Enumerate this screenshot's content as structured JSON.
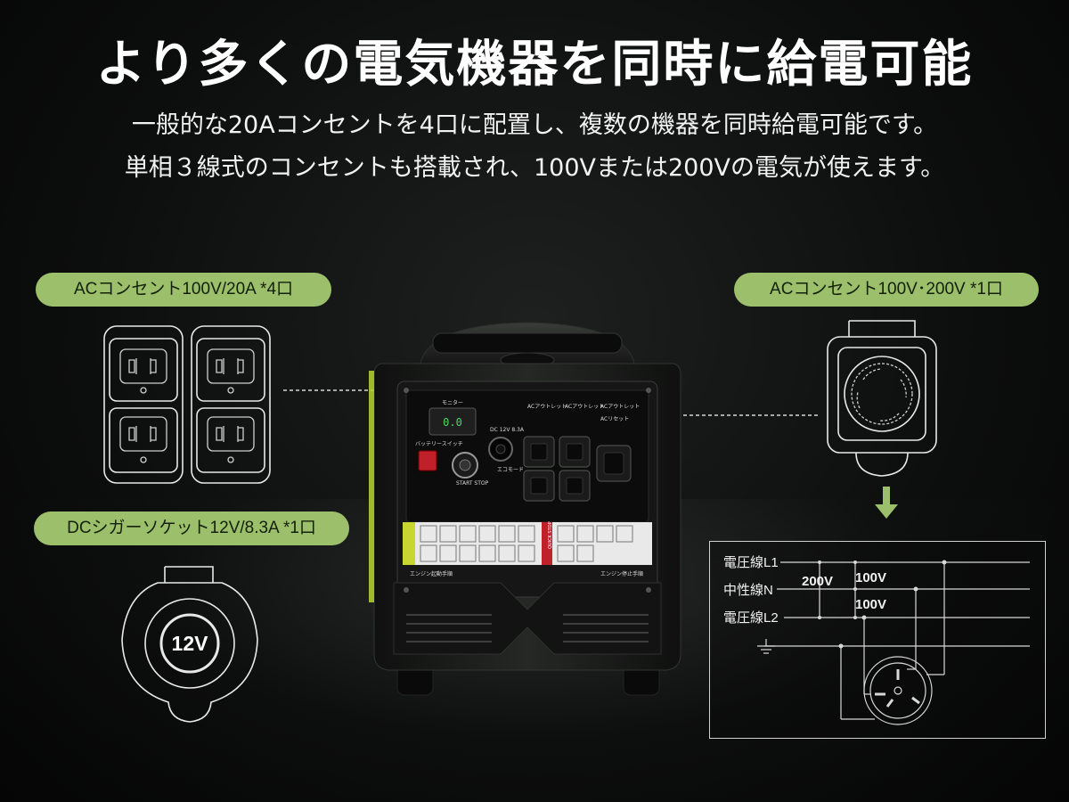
{
  "heading": {
    "title": "より多くの電気機器を同時に給電可能",
    "line1": "一般的な20Aコンセントを4口に配置し、複数の機器を同時給電可能です。",
    "line2": "単相３線式のコンセントも搭載され、100Vまたは200Vの電気が使えます。"
  },
  "labels": {
    "ac_20a": "ACコンセント100V/20A *4口",
    "ac_200v": "ACコンセント100V･200V  *1口",
    "dc": "DCシガーソケット12V/8.3A *1口"
  },
  "dc_icon": {
    "text": "12V"
  },
  "diagram": {
    "l1": "電圧線L1",
    "n": "中性線N",
    "l2": "電圧線L2",
    "v200": "200V",
    "v100a": "100V",
    "v100b": "100V"
  },
  "panel": {
    "display": "0.0",
    "monitor": "モニター",
    "ac1": "ACアウトレット",
    "ac2": "ACアウトレット",
    "ac3": "ACアウトレット",
    "ac4": "ACリセット",
    "dc": "DC 12V 8.3A",
    "start_label": "エンジン起動手順",
    "stop_label": "エンジン停止手順",
    "quick_stop": "QUICK STOP",
    "start_btn": "START STOP",
    "switch": "バッテリースイッチ",
    "eco": "エコモード"
  },
  "colors": {
    "accent_green": "#9bbf6a",
    "lime": "#b8d630",
    "body": "#1c1d1c"
  }
}
